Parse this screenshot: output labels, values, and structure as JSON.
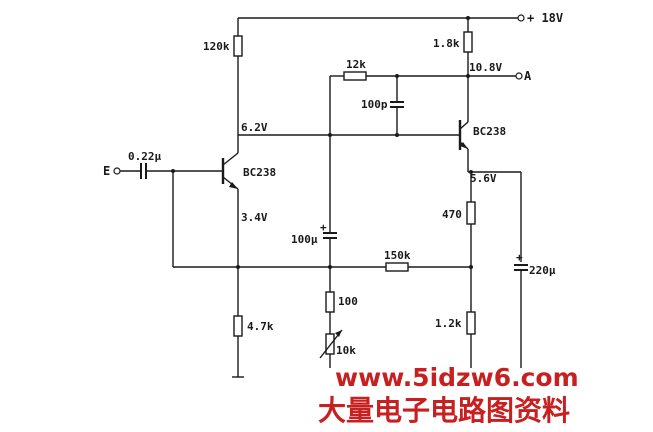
{
  "supply": {
    "voltage": "+ 18V"
  },
  "output": {
    "voltage": "10.8V",
    "terminal": "A"
  },
  "input": {
    "terminal": "E",
    "capacitor": "0.22μ"
  },
  "resistors": {
    "r1": "120k",
    "r2": "1.8k",
    "r3": "12k",
    "r4": "470",
    "r5": "150k",
    "r6": "100",
    "r7": "4.7k",
    "r8": "1.2k",
    "pot": "10k"
  },
  "capacitors": {
    "c_feedback": "100p",
    "c_mid": "100μ",
    "c_out": "220μ",
    "plus": "+"
  },
  "transistors": {
    "q1": "BC238",
    "q2": "BC238"
  },
  "node_voltages": {
    "q1_collector": "6.2V",
    "q1_emitter": "3.4V",
    "q2_emitter": "5.6V"
  },
  "watermark": {
    "url": "www.5idzw6.com",
    "cn": "大量电子电路图资料"
  }
}
